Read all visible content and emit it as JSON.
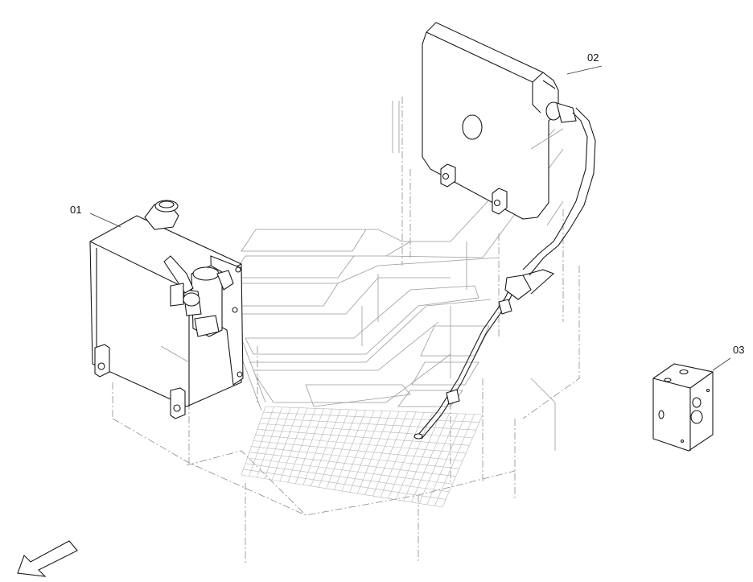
{
  "parts": [
    {
      "id": "01",
      "label": "01"
    },
    {
      "id": "02",
      "label": "02"
    },
    {
      "id": "03",
      "label": "03"
    }
  ],
  "icons": {
    "view_arrow": "view-direction-arrow-icon"
  }
}
